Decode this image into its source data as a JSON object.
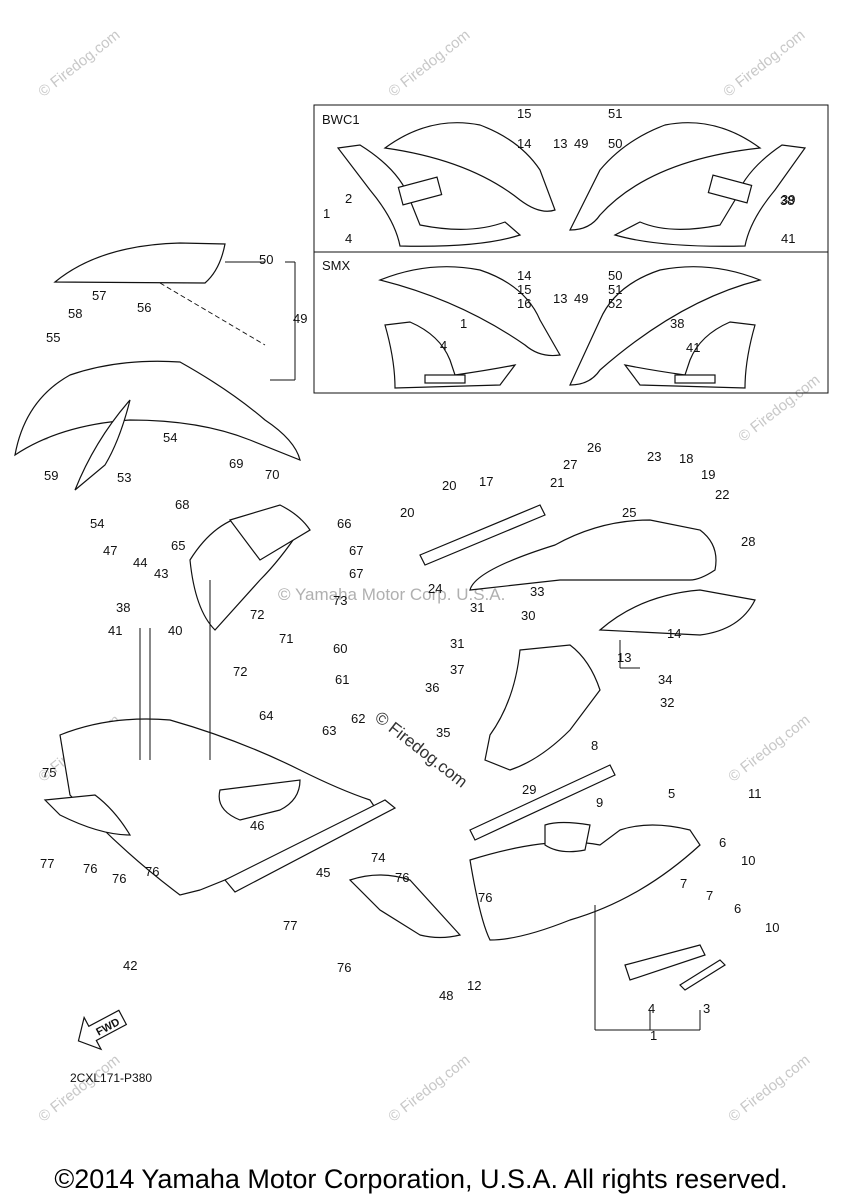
{
  "diagram_code": "2CXL171-P380",
  "footer": "©2014 Yamaha Motor Corporation, U.S.A. All rights reserved.",
  "watermark": "© Firedog.com",
  "center_watermark": "© Yamaha Motor Corp. U.S.A.",
  "center_firedog": "© Firedog.com",
  "fwd_label": "FWD",
  "boxes": [
    {
      "title": "BWC1"
    },
    {
      "title": "SMX"
    }
  ],
  "part_numbers": [
    "1",
    "2",
    "3",
    "4",
    "5",
    "6",
    "7",
    "8",
    "9",
    "10",
    "11",
    "12",
    "13",
    "14",
    "15",
    "16",
    "17",
    "18",
    "19",
    "20",
    "21",
    "22",
    "23",
    "24",
    "25",
    "26",
    "27",
    "28",
    "29",
    "30",
    "31",
    "32",
    "33",
    "34",
    "35",
    "36",
    "37",
    "38",
    "39",
    "40",
    "41",
    "42",
    "43",
    "44",
    "45",
    "46",
    "47",
    "48",
    "49",
    "50",
    "51",
    "52",
    "53",
    "54",
    "55",
    "56",
    "57",
    "58",
    "59",
    "60",
    "61",
    "62",
    "63",
    "64",
    "65",
    "66",
    "67",
    "68",
    "69",
    "70",
    "71",
    "72",
    "73",
    "74",
    "75",
    "76",
    "77"
  ]
}
